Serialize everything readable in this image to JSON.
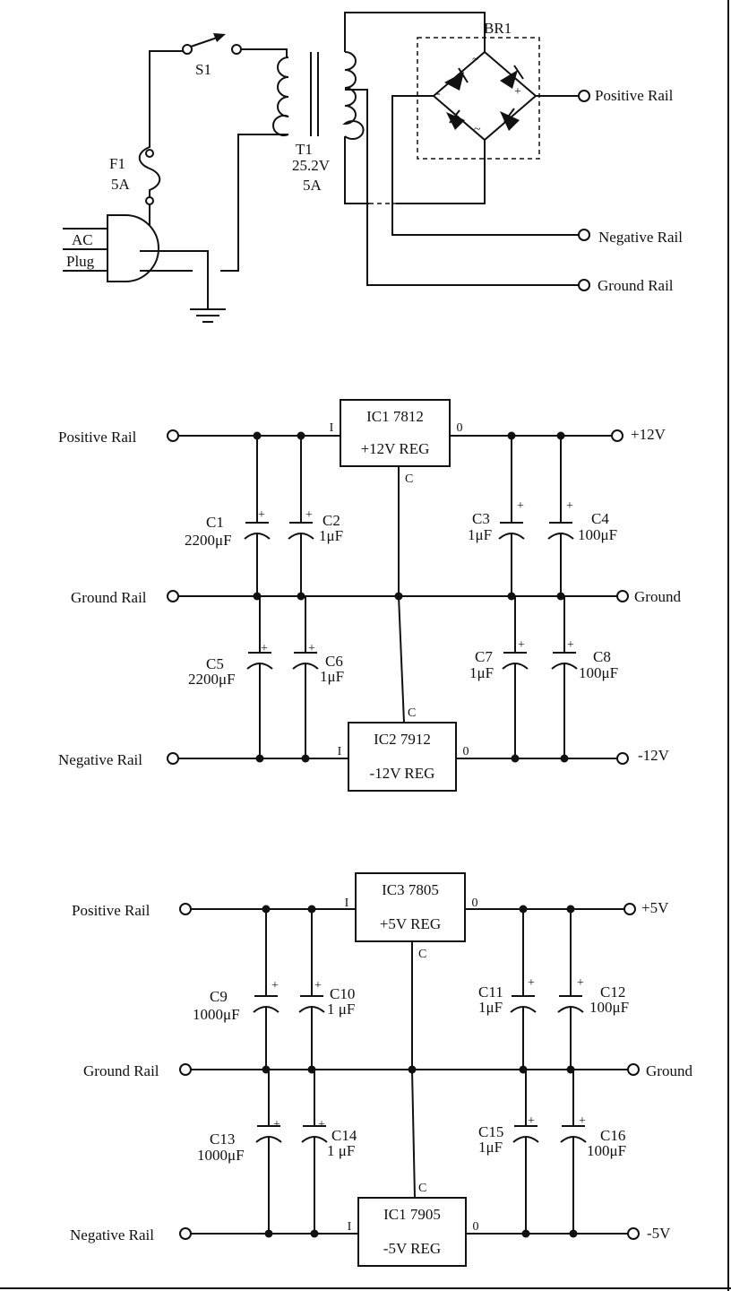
{
  "diagram_data": {
    "ps": {
      "s1": "S1",
      "f1": "F1",
      "f1_rating": "5A",
      "ac_line1": "AC",
      "ac_line2": "Plug",
      "t1": "T1",
      "t1_voltage": "25.2V",
      "t1_current": "5A",
      "br1": "BR1",
      "positive_rail": "Positive Rail",
      "negative_rail": "Negative Rail",
      "ground_rail": "Ground Rail",
      "bridge_marks": [
        "~",
        "~",
        "+",
        "-"
      ]
    },
    "sections": [
      {
        "in_pos": "Positive Rail",
        "in_gnd": "Ground Rail",
        "in_neg": "Negative Rail",
        "out_pos": "+12V",
        "out_gnd": "Ground",
        "out_neg": "-12V",
        "top_ic": {
          "name": "IC1  7812",
          "desc": "+12V  REG",
          "pin_i": "I",
          "pin_o": "0",
          "pin_c": "C"
        },
        "bot_ic": {
          "name": "IC2  7912",
          "desc": "-12V  REG",
          "pin_i": "I",
          "pin_o": "0",
          "pin_c": "C"
        },
        "caps": [
          {
            "name": "C1",
            "value": "2200μF",
            "plus": "+"
          },
          {
            "name": "C2",
            "value": "1μF",
            "plus": "+"
          },
          {
            "name": "C3",
            "value": "1μF",
            "plus": "+"
          },
          {
            "name": "C4",
            "value": "100μF",
            "plus": "+"
          },
          {
            "name": "C5",
            "value": "2200μF",
            "plus": "+"
          },
          {
            "name": "C6",
            "value": "1μF",
            "plus": "+"
          },
          {
            "name": "C7",
            "value": "1μF",
            "plus": "+"
          },
          {
            "name": "C8",
            "value": "100μF",
            "plus": "+"
          }
        ]
      },
      {
        "in_pos": "Positive Rail",
        "in_gnd": "Ground Rail",
        "in_neg": "Negative Rail",
        "out_pos": "+5V",
        "out_gnd": "Ground",
        "out_neg": "-5V",
        "top_ic": {
          "name": "IC3  7805",
          "desc": "+5V  REG",
          "pin_i": "I",
          "pin_o": "0",
          "pin_c": "C"
        },
        "bot_ic": {
          "name": "IC1  7905",
          "desc": "-5V  REG",
          "pin_i": "I",
          "pin_o": "0",
          "pin_c": "C"
        },
        "caps": [
          {
            "name": "C9",
            "value": "1000μF",
            "plus": "+"
          },
          {
            "name": "C10",
            "value": "1 μF",
            "plus": "+"
          },
          {
            "name": "C11",
            "value": "1μF",
            "plus": "+"
          },
          {
            "name": "C12",
            "value": "100μF",
            "plus": "+"
          },
          {
            "name": "C13",
            "value": "1000μF",
            "plus": "+"
          },
          {
            "name": "C14",
            "value": "1 μF",
            "plus": "+"
          },
          {
            "name": "C15",
            "value": "1μF",
            "plus": "+"
          },
          {
            "name": "C16",
            "value": "100μF",
            "plus": "+"
          }
        ]
      }
    ]
  }
}
